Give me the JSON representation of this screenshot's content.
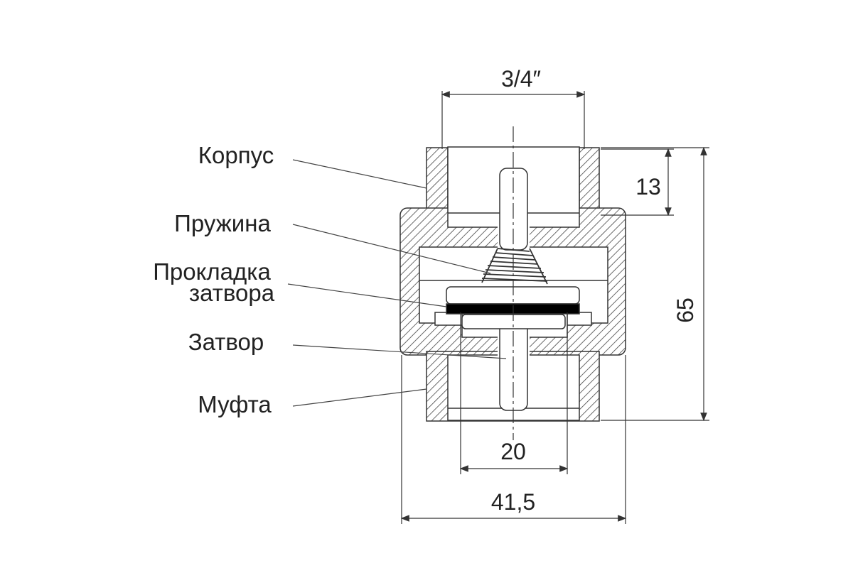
{
  "labels": {
    "body": "Корпус",
    "spring": "Пружина",
    "gasket_line1": "Прокладка",
    "gasket_line2": "затвора",
    "valve": "Затвор",
    "coupling": "Муфта"
  },
  "dimensions": {
    "thread": "3/4″",
    "thread_depth": "13",
    "height": "65",
    "bore": "20",
    "width": "41,5"
  },
  "colors": {
    "line": "#333333",
    "gasket": "#000000"
  }
}
